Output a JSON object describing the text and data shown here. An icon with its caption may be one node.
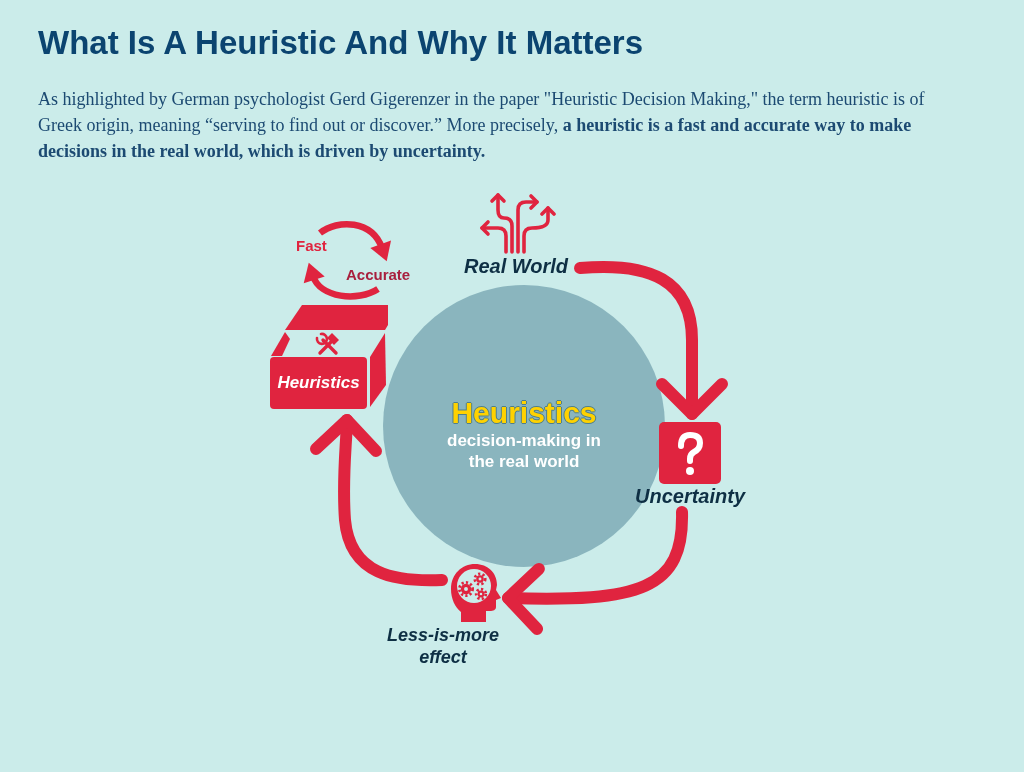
{
  "diagram": {
    "title": "What Is A Heuristic And Why It Matters",
    "nodes": [
      {
        "text": [
          "Fast"
        ]
      },
      {
        "text": [
          "Accurate"
        ]
      },
      {
        "text": [
          "Real World"
        ]
      },
      {
        "text": [
          "Heuristics"
        ]
      },
      {
        "text": [
          "Heuristics",
          "decision-making in the real world"
        ]
      },
      {
        "text": [
          "Uncertainty"
        ]
      },
      {
        "text": [
          "Less-is-more effect"
        ]
      }
    ],
    "edges": [
      {
        "from": 0,
        "to": 1,
        "arrow": "to"
      },
      {
        "from": 1,
        "to": 0,
        "arrow": "to"
      },
      {
        "from": 2,
        "to": 5,
        "arrow": "to"
      },
      {
        "from": 5,
        "to": 6,
        "arrow": "to"
      },
      {
        "from": 6,
        "to": 3,
        "arrow": "to"
      }
    ],
    "labels": [
      "As highlighted by German psychologist Gerd Gigerenzer in the paper \"Heuristic Decision Making,\" the term heuristic is of Greek origin, meaning “serving to find out or discover.” More precisely, **a heuristic is a fast and accurate way to make decisions in the real world, which is driven by uncertainty.**"
    ]
  }
}
